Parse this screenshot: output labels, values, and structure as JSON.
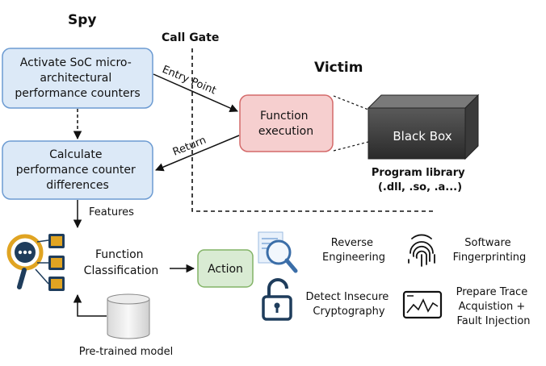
{
  "labels": {
    "spy": "Spy",
    "victim": "Victim",
    "call_gate": "Call Gate",
    "entry_point": "Entry Point",
    "return": "Return",
    "features": "Features",
    "pretrained_model": "Pre-trained model"
  },
  "boxes": {
    "activate": [
      "Activate SoC micro-",
      "architectural",
      "performance counters"
    ],
    "calculate": [
      "Calculate",
      "performance counter",
      "differences"
    ],
    "function_execution": [
      "Function",
      "execution"
    ],
    "black_box": "Black Box",
    "action": "Action"
  },
  "program_library": [
    "Program library",
    "(.dll, .so, .a...)"
  ],
  "function_classification": [
    "Function",
    "Classification"
  ],
  "actions": {
    "reverse_engineering": [
      "Reverse",
      "Engineering"
    ],
    "software_fingerprinting": [
      "Software",
      "Fingerprinting"
    ],
    "detect_insecure_cryptography": [
      "Detect Insecure",
      "Cryptography"
    ],
    "prepare_trace": [
      "Prepare Trace",
      "Acquistion +",
      "Fault Injection"
    ]
  },
  "colors": {
    "blue_fill": "#dce9f7",
    "blue_stroke": "#6c9bd2",
    "red_fill": "#f6cfcf",
    "red_stroke": "#d46a6a",
    "green_fill": "#d9ebd3",
    "green_stroke": "#82b366",
    "icon_navy": "#1f3d5c",
    "icon_gold": "#e0a422"
  }
}
